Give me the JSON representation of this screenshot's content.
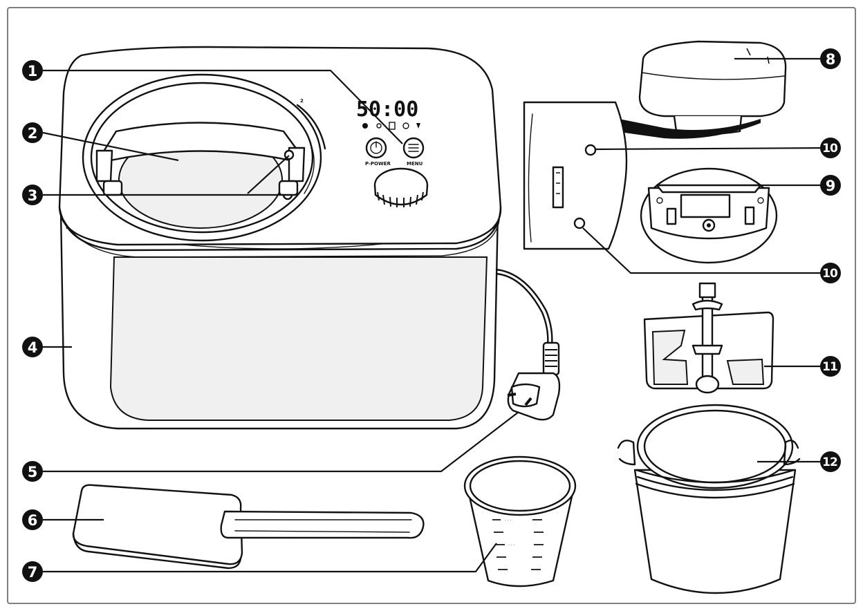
{
  "display": {
    "time": "50:00",
    "power_label": "P-POWER",
    "menu_label": "MENU",
    "dial_mark": "2"
  },
  "callouts": [
    {
      "number": "1"
    },
    {
      "number": "2"
    },
    {
      "number": "3"
    },
    {
      "number": "4"
    },
    {
      "number": "5"
    },
    {
      "number": "6"
    },
    {
      "number": "7"
    },
    {
      "number": "8"
    },
    {
      "number": "9"
    },
    {
      "number": "10"
    },
    {
      "number": "10"
    },
    {
      "number": "11"
    },
    {
      "number": "12"
    }
  ]
}
